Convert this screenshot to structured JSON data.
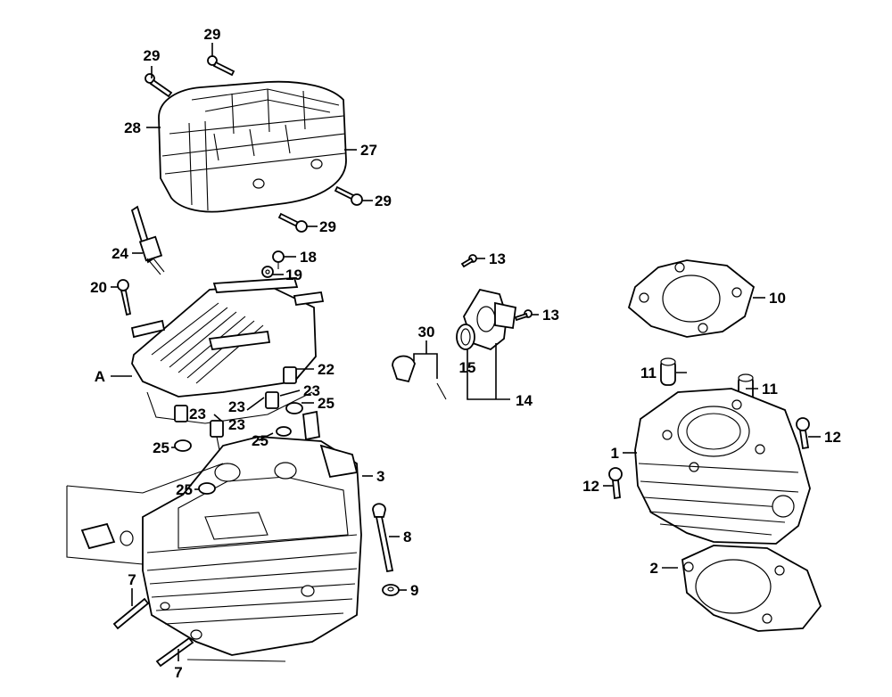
{
  "diagram": {
    "callouts": {
      "c1": "1",
      "c2": "2",
      "c3": "3",
      "c7a": "7",
      "c7b": "7",
      "c8": "8",
      "c9": "9",
      "c10": "10",
      "c11a": "11",
      "c11b": "11",
      "c12a": "12",
      "c12b": "12",
      "c13a": "13",
      "c13b": "13",
      "c14": "14",
      "c15": "15",
      "c18": "18",
      "c19": "19",
      "c20": "20",
      "c22": "22",
      "c23a": "23",
      "c23b": "23",
      "c23c": "23",
      "c23d": "23",
      "c24": "24",
      "c25a": "25",
      "c25b": "25",
      "c25c": "25",
      "c25d": "25",
      "c27": "27",
      "c28": "28",
      "c29a": "29",
      "c29b": "29",
      "c29c": "29",
      "c29d": "29",
      "c30": "30",
      "cA": "A"
    }
  }
}
